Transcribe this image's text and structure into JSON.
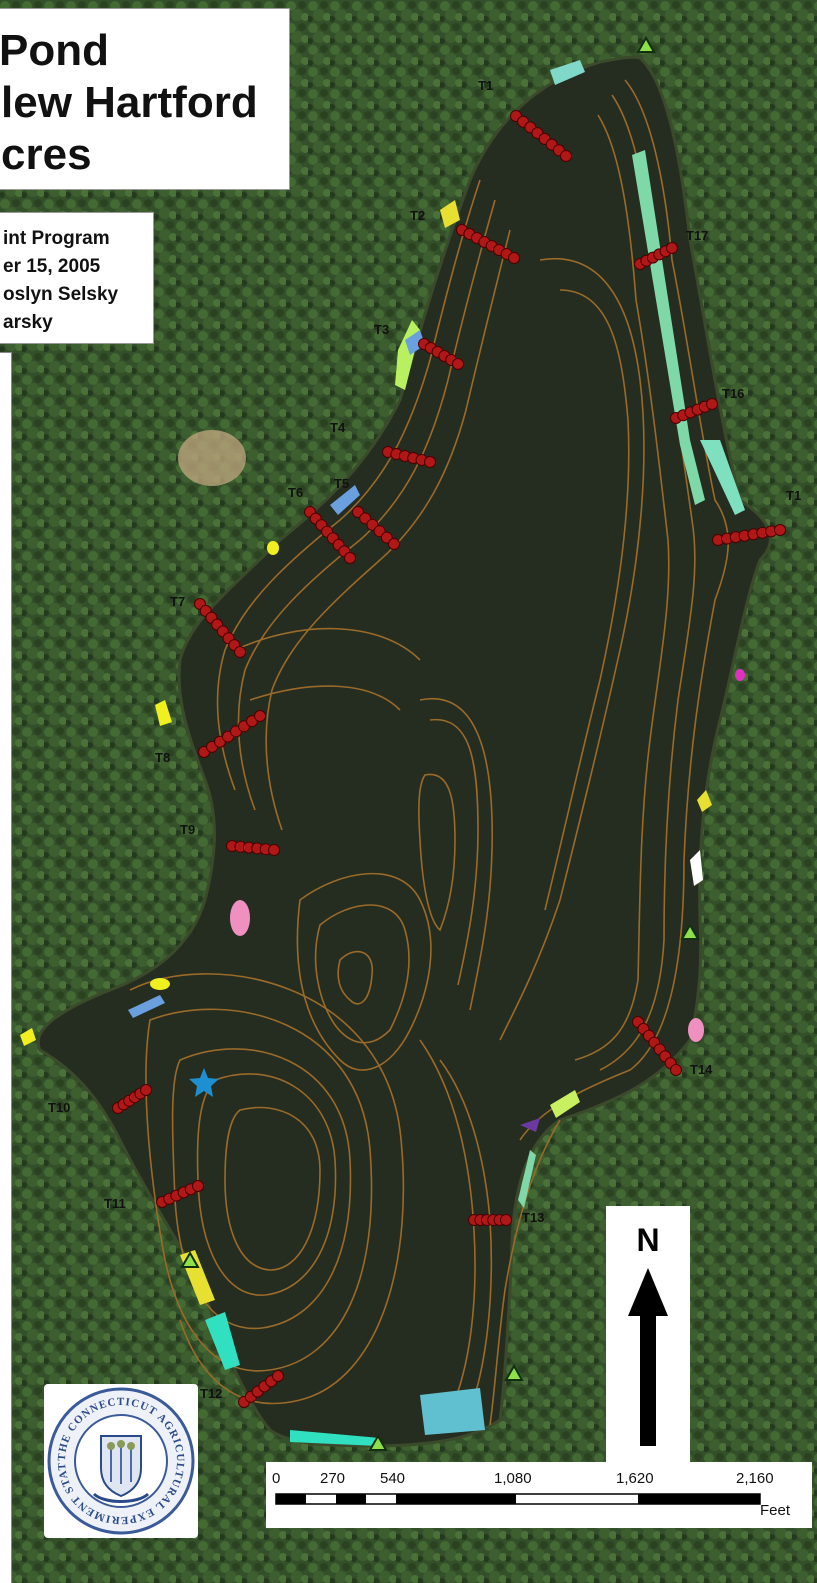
{
  "title": {
    "lines": [
      "Pond",
      "lew Hartford",
      "cres"
    ]
  },
  "credits": {
    "lines": [
      "int Program",
      "er 15, 2005",
      "oslyn Selsky",
      "arsky"
    ]
  },
  "transects": [
    {
      "label": "T1"
    },
    {
      "label": "T2"
    },
    {
      "label": "T3"
    },
    {
      "label": "T4"
    },
    {
      "label": "T5"
    },
    {
      "label": "T6"
    },
    {
      "label": "T7"
    },
    {
      "label": "T8"
    },
    {
      "label": "T9"
    },
    {
      "label": "T10"
    },
    {
      "label": "T11"
    },
    {
      "label": "T12"
    },
    {
      "label": "T13"
    },
    {
      "label": "T14"
    },
    {
      "label": "T1"
    },
    {
      "label": "T16"
    },
    {
      "label": "T17"
    }
  ],
  "north_arrow": {
    "label": "N"
  },
  "scale_bar": {
    "labels": [
      "0",
      "270",
      "540",
      "1,080",
      "1,620",
      "2,160"
    ],
    "unit": "Feet"
  },
  "seal": {
    "text": "THE CONNECTICUT AGRICULTURAL EXPERIMENT STATION"
  },
  "colors": {
    "forest": "#2f4a26",
    "water": "#232a1f",
    "contour": "#9a6a2a",
    "sample_point": "#b01818",
    "site_marker": "#8ee04a",
    "star": "#1e8fd0"
  }
}
